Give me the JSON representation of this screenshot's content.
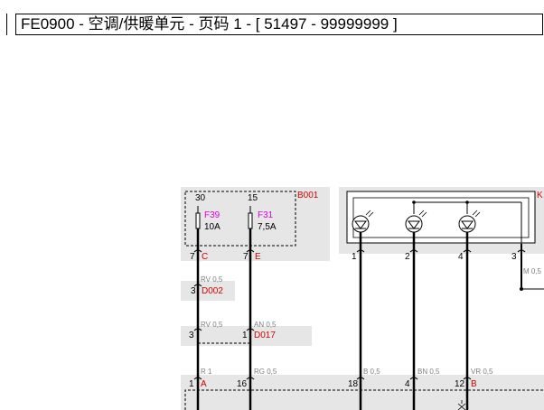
{
  "header": {
    "title": "FE0900 - 空调/供暖单元 - 页码 1 - [ 51497 - 99999999 ]"
  },
  "diagram": {
    "fuse_box": {
      "code": "B001",
      "pin_a": "30",
      "pin_b": "15",
      "fuse_1_name": "F39",
      "fuse_1_rating": "10A",
      "fuse_2_name": "F31",
      "fuse_2_rating": "7,5A",
      "out_pin_1": "7",
      "out_pin_1_letter": "C",
      "out_pin_2": "7",
      "out_pin_2_letter": "E"
    },
    "connector_d002": {
      "code": "D002",
      "pin": "3",
      "wire": "RV 0,5"
    },
    "connector_d017": {
      "code": "D017",
      "pin_1": "3",
      "pin_2": "1",
      "wire_1": "RV 0,5",
      "wire_2": "AN 0,5"
    },
    "panel": {
      "code": "K",
      "pin_1": "1",
      "pin_2": "2",
      "pin_3": "4",
      "pin_4": "3",
      "side_wire": "M 0,5"
    },
    "bottom": {
      "pin_a": "1",
      "pin_a_letter": "A",
      "wire_a": "R 1",
      "pin_b": "16",
      "wire_b": "RG 0,5",
      "pin_c": "18",
      "wire_c": "B 0,5",
      "pin_d": "4",
      "wire_d": "BN 0,5",
      "pin_e": "12",
      "pin_e_letter": "B",
      "wire_e": "VR 0,5"
    }
  }
}
